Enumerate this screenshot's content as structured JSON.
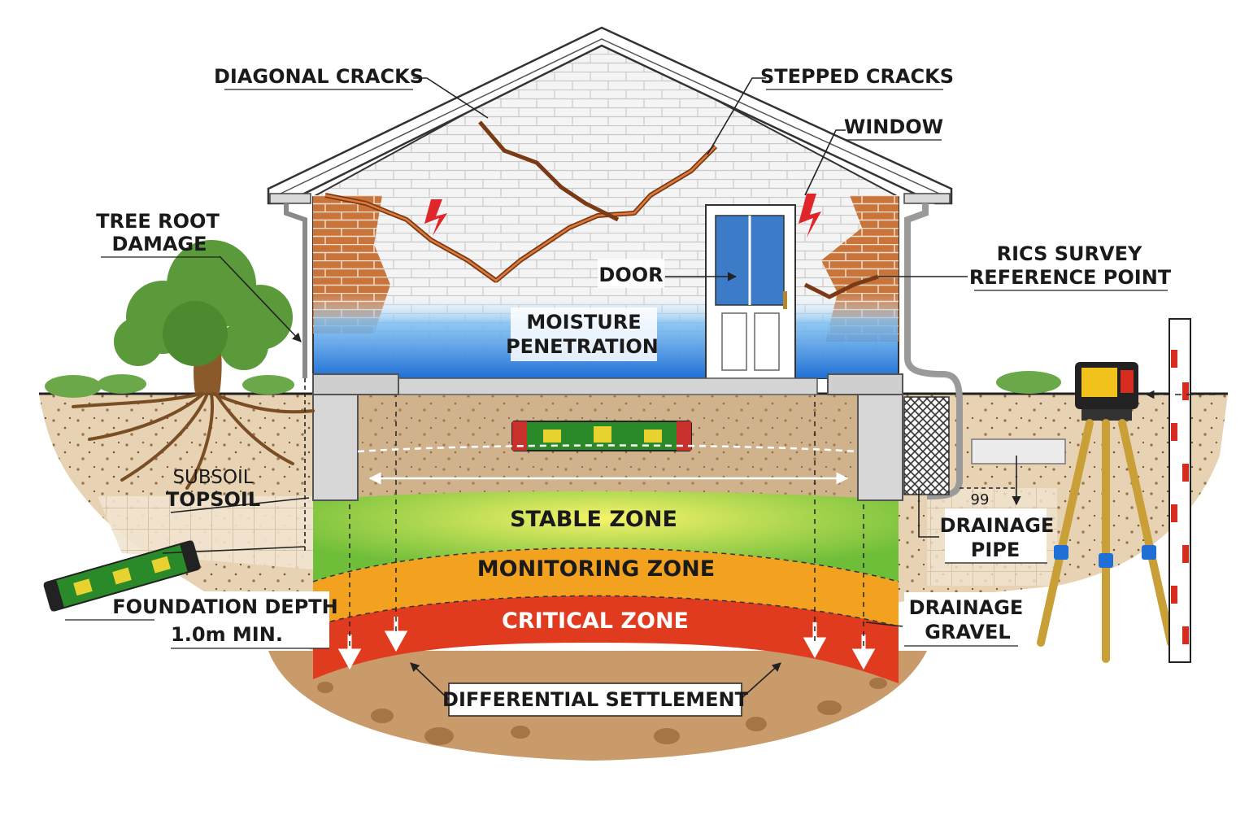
{
  "labels": {
    "diagonal_cracks": "DIAGONAL CRACKS",
    "stepped_cracks": "STEPPED CRACKS",
    "window": "WINDOW",
    "tree_root_1": "TREE ROOT",
    "tree_root_2": "DAMAGE",
    "rics_1": "RICS SURVEY",
    "rics_2": "REFERENCE POINT",
    "door": "DOOR",
    "moisture_1": "MOISTURE",
    "moisture_2": "PENETRATION",
    "subsoil": "SUBSOIL",
    "topsoil": "TOPSOIL",
    "drainage_pipe_1": "DRAINAGE",
    "drainage_pipe_2": "PIPE",
    "drainage_gravel_1": "DRAINAGE",
    "drainage_gravel_2": "GRAVEL",
    "foundation_1": "FOUNDATION DEPTH",
    "foundation_2": "1.0m MIN.",
    "differential": "DIFFERENTIAL SETTLEMENT",
    "pipe_mark": "99"
  },
  "zones": {
    "stable": "STABLE ZONE",
    "monitoring": "MONITORING ZONE",
    "critical": "CRITICAL ZONE"
  },
  "colors": {
    "stable": "#6fbe3a",
    "monitoring": "#f3a21f",
    "critical": "#e03b1e",
    "brick": "#c8743a",
    "moisture": "#2f86e6"
  }
}
